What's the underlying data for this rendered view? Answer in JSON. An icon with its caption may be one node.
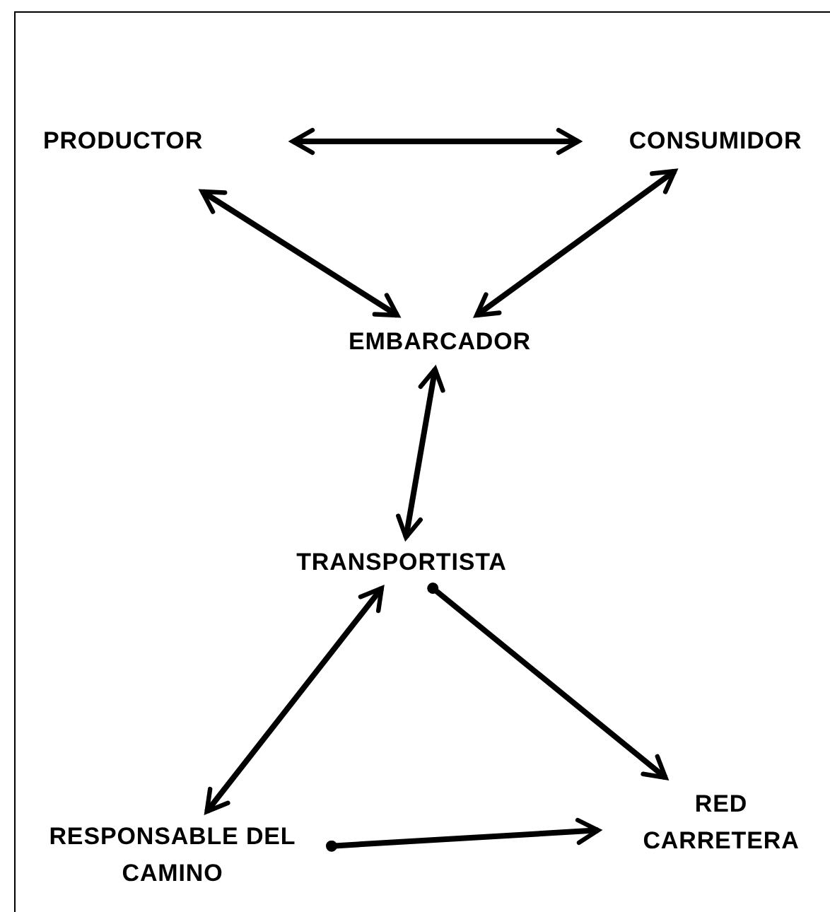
{
  "diagram": {
    "nodes": [
      {
        "text": [
          "PRODUCTOR"
        ]
      },
      {
        "text": [
          "CONSUMIDOR"
        ]
      },
      {
        "text": [
          "EMBARCADOR"
        ]
      },
      {
        "text": [
          "TRANSPORTISTA"
        ]
      },
      {
        "text": [
          "RESPONSABLE DEL CAMINO"
        ]
      },
      {
        "text": [
          "RED CARRETERA"
        ]
      }
    ],
    "edges": [
      {
        "from": 0,
        "to": 1,
        "arrow": "both"
      },
      {
        "from": 0,
        "to": 2,
        "arrow": "both"
      },
      {
        "from": 1,
        "to": 2,
        "arrow": "both"
      },
      {
        "from": 2,
        "to": 3,
        "arrow": "both"
      },
      {
        "from": 3,
        "to": 4,
        "arrow": "both"
      },
      {
        "from": 3,
        "to": 5,
        "arrow": "to"
      },
      {
        "from": 4,
        "to": 5,
        "arrow": "to"
      }
    ]
  }
}
